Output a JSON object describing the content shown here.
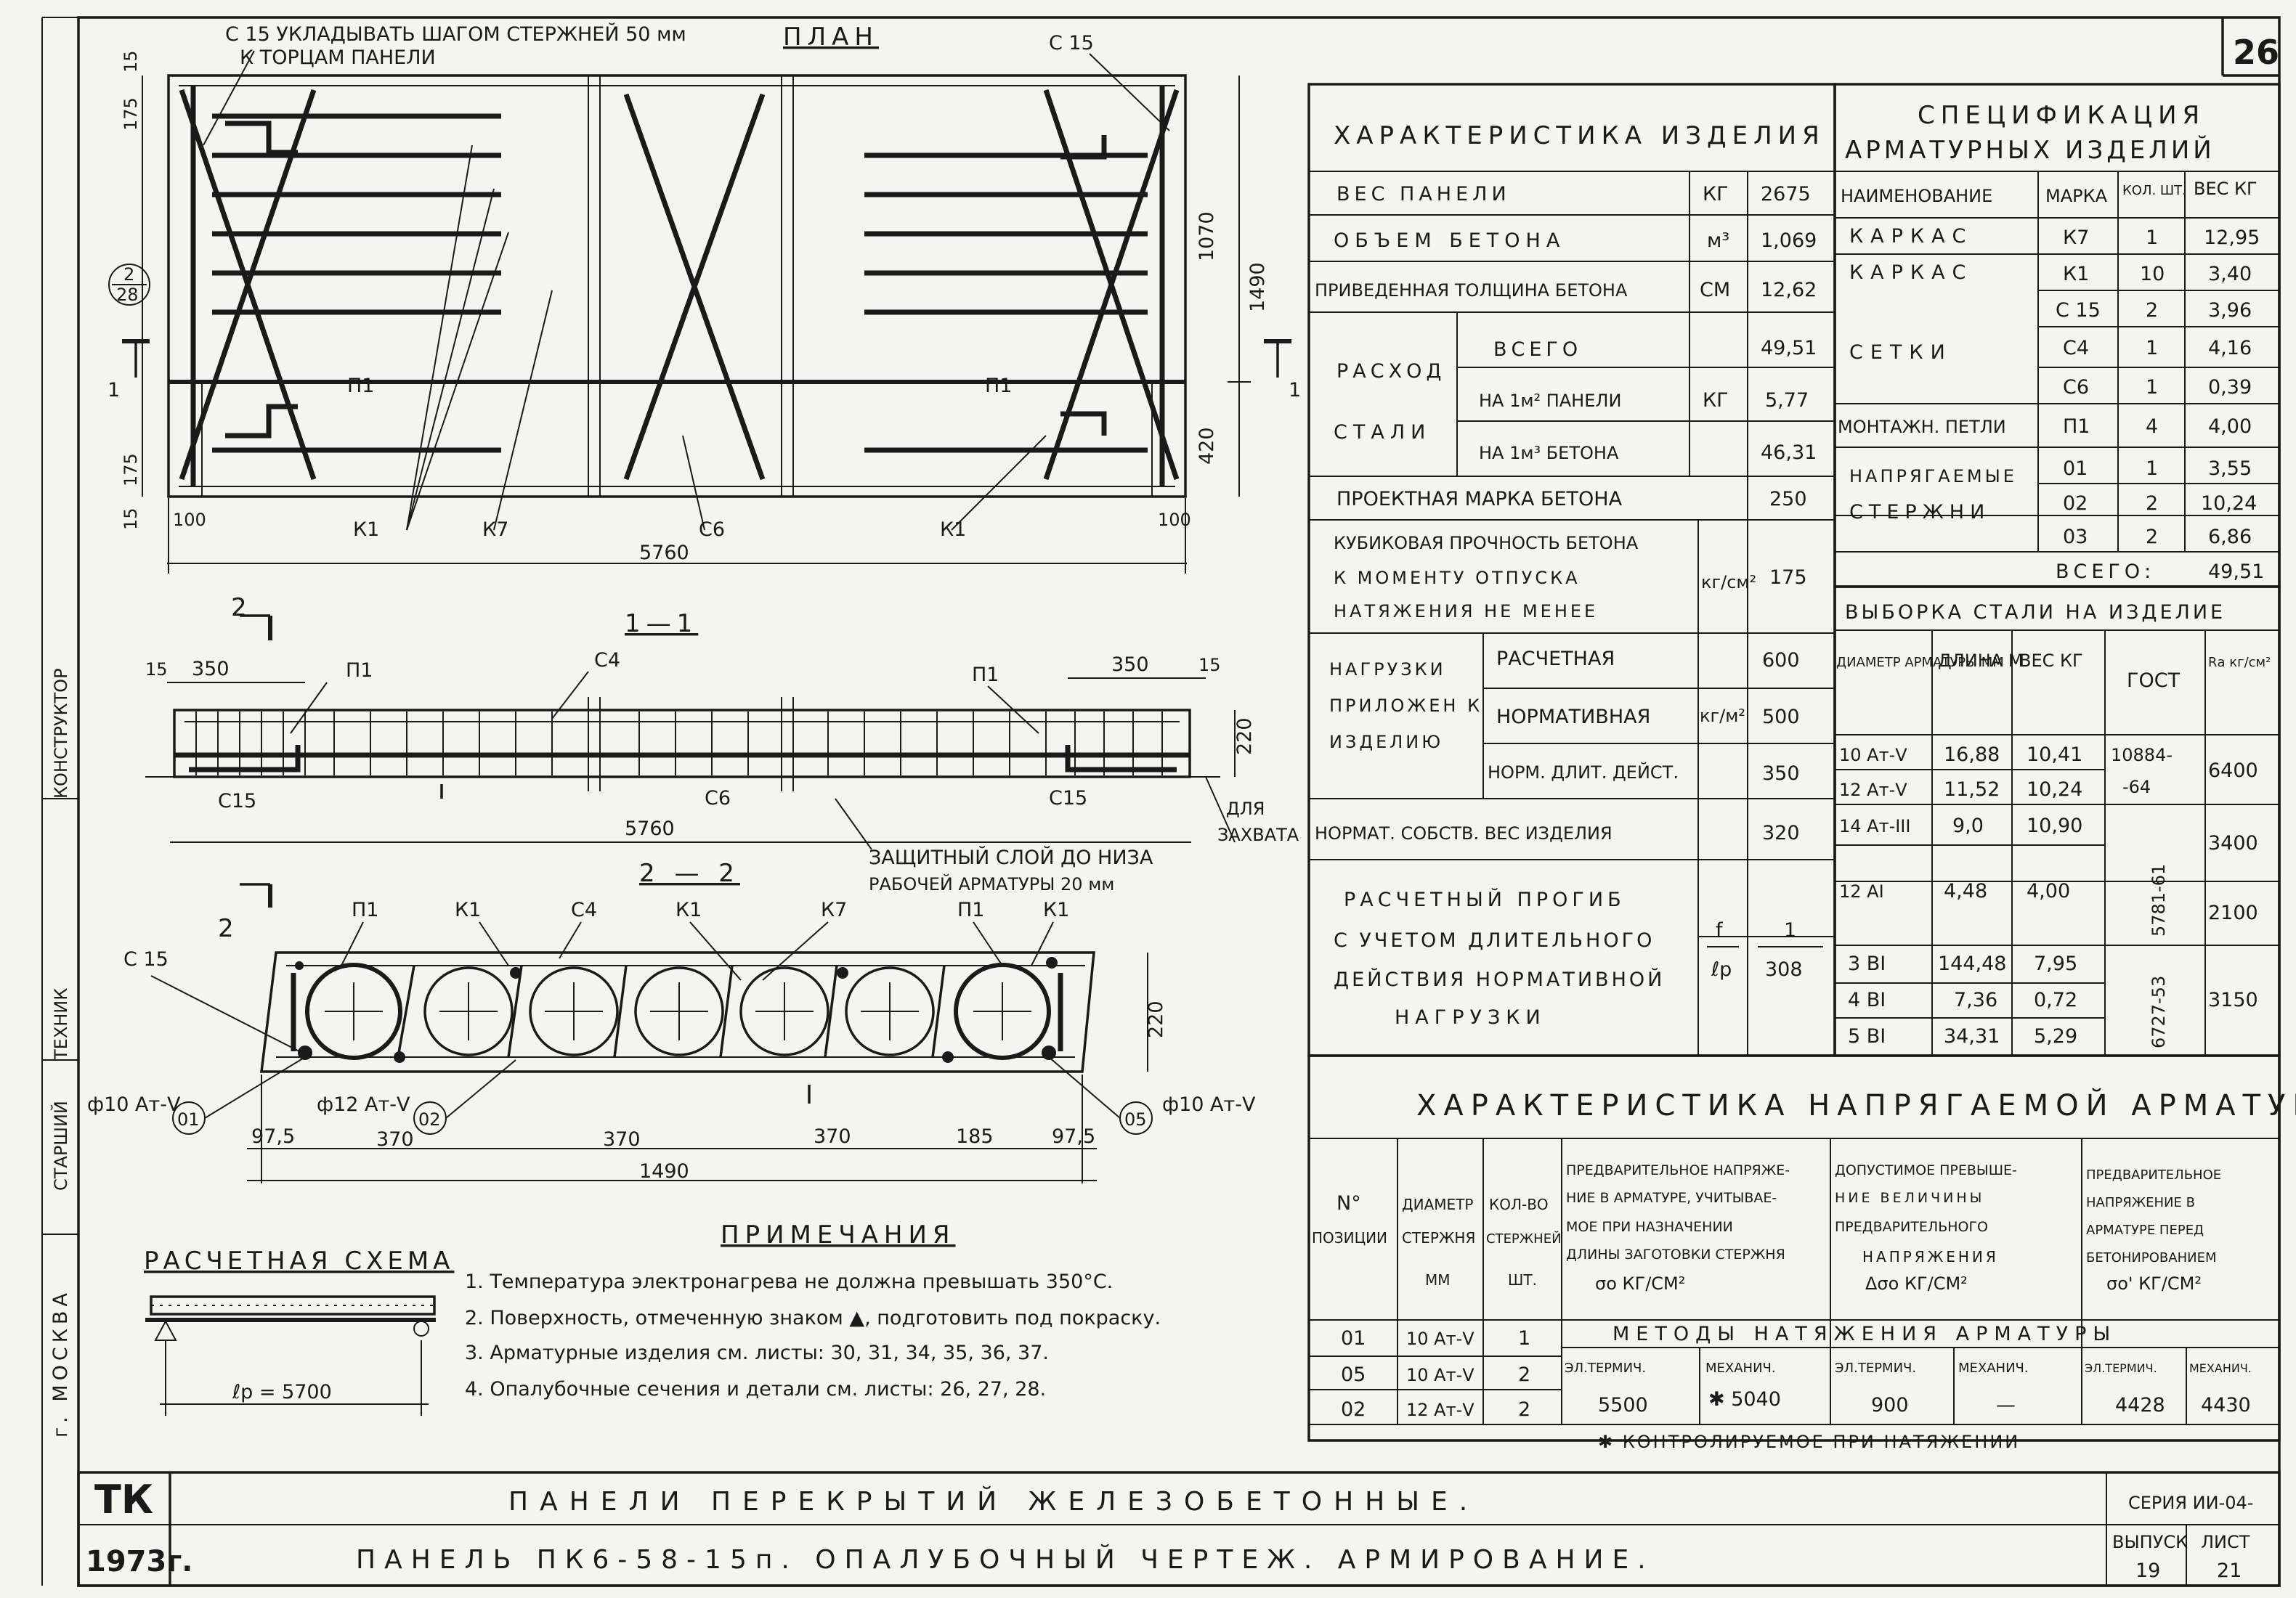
{
  "sheet": {
    "sheet_number": "26",
    "side_stamp": {
      "city": "г. МОСКВА",
      "l1": "СТАРШИЙ",
      "l2": "ТЕХНИК",
      "l3": "КОНСТРУКТОР"
    }
  },
  "plan": {
    "title": "ПЛАН",
    "note_top": "С 15 УКЛАДЫВАТЬ ШАГОМ СТЕРЖНЕЙ 50 мм",
    "note_top2": "К ТОРЦАМ ПАНЕЛИ",
    "labels": {
      "c15": "С 15",
      "k1": "К1",
      "k7": "К7",
      "c6": "С6",
      "p1": "П1",
      "p1b": "П1",
      "sec1": "1",
      "sec1b": "1",
      "callout_top": "2",
      "callout_bot": "28"
    },
    "dims": {
      "d15": "15",
      "d175": "175",
      "d1070": "1070",
      "d1490": "1490",
      "d420": "420",
      "d175b": "175",
      "d15b": "15",
      "d100": "100",
      "d100b": "100",
      "d5760": "5760"
    }
  },
  "section_11": {
    "title": "1—1",
    "labels": {
      "sec2": "2",
      "sec2b": "2",
      "p1": "П1",
      "p1b": "П1",
      "c4": "С4",
      "c15": "С15",
      "c6": "С6",
      "c15b": "С15",
      "lift": "ДЛЯ",
      "lift2": "ЗАХВАТА"
    },
    "dims": {
      "d15": "15",
      "d350": "350",
      "d350b": "350",
      "d15b": "15",
      "d220": "220",
      "d5760": "5760"
    },
    "note": "ЗАЩИТНЫЙ СЛОЙ ДО НИЗА",
    "note2": "РАБОЧЕЙ АРМАТУРЫ 20 мм"
  },
  "section_22": {
    "title": "2 — 2",
    "labels": {
      "c15": "С 15",
      "p1": "П1",
      "k1": "К1",
      "c4": "С4",
      "k1b": "К1",
      "k7": "К7",
      "p1b": "П1",
      "k1c": "К1"
    },
    "bars": {
      "b01": "ф10 Ат-V",
      "p01": "01",
      "b02": "ф12 Ат-V",
      "p02": "02",
      "b05": "ф10 Ат-V",
      "p05": "05"
    },
    "dims": {
      "d975": "97,5",
      "d370a": "370",
      "d370b": "370",
      "d370c": "370",
      "d185": "185",
      "d975b": "97,5",
      "d1490": "1490",
      "d220": "220"
    }
  },
  "scheme": {
    "title": "РАСЧЕТНАЯ СХЕМА",
    "span": "ℓр = 5700"
  },
  "notes": {
    "title": "ПРИМЕЧАНИЯ",
    "items": [
      "1. Температура электронагрева не должна превышать 350°С.",
      "2. Поверхность, отмеченную знаком ▲, подготовить под покраску.",
      "3. Арматурные изделия см. листы: 30, 31, 34, 35, 36, 37.",
      "4. Опалубочные сечения и детали см. листы: 26, 27, 28."
    ]
  },
  "char_table": {
    "title": "ХАРАКТЕРИСТИКА ИЗДЕЛИЯ",
    "rows": {
      "weight": {
        "name": "ВЕС ПАНЕЛИ",
        "unit": "КГ",
        "val": "2675"
      },
      "volume": {
        "name": "ОБЪЕМ БЕТОНА",
        "unit": "м³",
        "val": "1,069"
      },
      "thick": {
        "name": "ПРИВЕДЕННАЯ ТОЛЩИНА БЕТОНА",
        "unit": "СМ",
        "val": "12,62"
      },
      "steel": {
        "name1": "РАСХОД",
        "name2": "СТАЛИ",
        "sub1": "ВСЕГО",
        "sub2": "НА 1м² ПАНЕЛИ",
        "sub3": "НА 1м³ БЕТОНА",
        "unit": "КГ",
        "v1": "49,51",
        "v2": "5,77",
        "v3": "46,31"
      },
      "grade": {
        "name": "ПРОЕКТНАЯ МАРКА БЕТОНА",
        "val": "250"
      },
      "cube": {
        "l1": "КУБИКОВАЯ ПРОЧНОСТЬ БЕТОНА",
        "l2": "К МОМЕНТУ ОТПУСКА",
        "l3": "НАТЯЖЕНИЯ НЕ МЕНЕЕ",
        "unit": "кг/см²",
        "val": "175"
      },
      "loads": {
        "n1": "НАГРУЗКИ",
        "n2": "ПРИЛОЖЕН К",
        "n3": "ИЗДЕЛИЮ",
        "s1": "РАСЧЕТНАЯ",
        "s2": "НОРМАТИВНАЯ",
        "s3": "НОРМ. ДЛИТ. ДЕЙСТ.",
        "unit": "кг/м²",
        "v1": "600",
        "v2": "500",
        "v3": "350"
      },
      "own": {
        "name": "НОРМАТ. СОБСТВ. ВЕС ИЗДЕЛИЯ",
        "val": "320"
      },
      "defl": {
        "l1": "РАСЧЕТНЫЙ ПРОГИБ",
        "l2": "С УЧЕТОМ ДЛИТЕЛЬНОГО",
        "l3": "ДЕЙСТВИЯ НОРМАТИВНОЙ",
        "l4": "НАГРУЗКИ",
        "unit_top": "f",
        "unit_bot": "ℓр",
        "val_top": "1",
        "val_bot": "308"
      }
    }
  },
  "spec_table": {
    "title1": "СПЕЦИФИКАЦИЯ",
    "title2": "АРМАТУРНЫХ ИЗДЕЛИЙ",
    "headers": [
      "НАИМЕНОВАНИЕ",
      "МАРКА",
      "КОЛ. ШТ.",
      "ВЕС КГ"
    ],
    "rows": [
      [
        "КАРКАС",
        "К7",
        "1",
        "12,95"
      ],
      [
        "КАРКАС",
        "К1",
        "10",
        "3,40"
      ],
      [
        "",
        "С 15",
        "2",
        "3,96"
      ],
      [
        "СЕТКИ",
        "С4",
        "1",
        "4,16"
      ],
      [
        "",
        "С6",
        "1",
        "0,39"
      ],
      [
        "МОНТАЖН. ПЕТЛИ",
        "П1",
        "4",
        "4,00"
      ],
      [
        "НАПРЯГАЕМЫЕ",
        "01",
        "1",
        "3,55"
      ],
      [
        "СТЕРЖНИ",
        "02",
        "2",
        "10,24"
      ],
      [
        "",
        "03",
        "2",
        "6,86"
      ]
    ],
    "total_label": "ВСЕГО:",
    "total": "49,51"
  },
  "steel_table": {
    "title": "ВЫБОРКА СТАЛИ НА ИЗДЕЛИЕ",
    "headers": [
      "ДИАМЕТР АРМАТУРЫ ММ",
      "ДЛИНА М",
      "ВЕС КГ",
      "ГОСТ",
      "Rа кг/см²"
    ],
    "rows": [
      [
        "10 Ат-V",
        "16,88",
        "10,41"
      ],
      [
        "12 Ат-V",
        "11,52",
        "10,24"
      ],
      [
        "14 Ат-III",
        "9,0",
        "10,90"
      ],
      [
        "12 АI",
        "4,48",
        "4,00"
      ],
      [
        "3 ВI",
        "144,48",
        "7,95"
      ],
      [
        "4 ВI",
        "7,36",
        "0,72"
      ],
      [
        "5 ВI",
        "34,31",
        "5,29"
      ]
    ],
    "gost1": "10884-",
    "gost1b": "-64",
    "gost2": "5781-61",
    "gost3": "6727-53",
    "ra": [
      "6400",
      "3400",
      "2100",
      "3150"
    ]
  },
  "prestress": {
    "title": "ХАРАКТЕРИСТИКА НАПРЯГАЕМОЙ АРМАТУРЫ",
    "h_pos": [
      "N°",
      "ПОЗИЦИИ"
    ],
    "h_diam": [
      "ДИАМЕТР",
      "СТЕРЖНЯ",
      "ММ"
    ],
    "h_cnt": [
      "КОЛ-ВО",
      "СТЕРЖНЕЙ",
      "ШТ."
    ],
    "h_pre": [
      "ПРЕДВАРИТЕЛЬНОЕ НАПРЯЖЕ-",
      "НИЕ В АРМАТУРЕ, УЧИТЫВАЕ-",
      "МОЕ ПРИ НАЗНАЧЕНИИ",
      "ДЛИНЫ ЗАГОТОВКИ СТЕРЖНЯ",
      "σо КГ/СМ²"
    ],
    "h_exc": [
      "ДОПУСТИМОЕ ПРЕВЫШЕ-",
      "НИЕ ВЕЛИЧИНЫ",
      "ПРЕДВАРИТЕЛЬНОГО",
      "НАПРЯЖЕНИЯ",
      "Δσо КГ/СМ²"
    ],
    "h_bef": [
      "ПРЕДВАРИТЕЛЬНОЕ",
      "НАПРЯЖЕНИЕ В",
      "АРМАТУРЕ ПЕРЕД",
      "БЕТОНИРОВАНИЕМ",
      "σо' КГ/СМ²"
    ],
    "methods": "МЕТОДЫ НАТЯЖЕНИЯ АРМАТУРЫ",
    "m_cols": [
      "ЭЛ.ТЕРМИЧ.",
      "МЕХАНИЧ.",
      "ЭЛ.ТЕРМИЧ.",
      "МЕХАНИЧ.",
      "ЭЛ.ТЕРМИЧ.",
      "МЕХАНИЧ."
    ],
    "rows": [
      [
        "01",
        "10 Ат-V",
        "1"
      ],
      [
        "05",
        "10 Ат-V",
        "2"
      ],
      [
        "02",
        "12 Ат-V",
        "2"
      ]
    ],
    "values": [
      "5500",
      "✱ 5040",
      "900",
      "—",
      "4428",
      "4430"
    ],
    "footnote": "✱ КОНТРОЛИРУЕМОЕ ПРИ НАТЯЖЕНИИ"
  },
  "title_block": {
    "org": "ТК",
    "year": "1973г.",
    "line1": "ПАНЕЛИ ПЕРЕКРЫТИЙ ЖЕЛЕЗОБЕТОННЫЕ.",
    "line2": "ПАНЕЛЬ ПК6-58-15п. ОПАЛУБОЧНЫЙ ЧЕРТЕЖ. АРМИРОВАНИЕ.",
    "series_label": "СЕРИЯ ИИ-04-",
    "issue_label": "ВЫПУСК",
    "issue": "19",
    "sheet_label": "ЛИСТ",
    "sheet": "21"
  }
}
